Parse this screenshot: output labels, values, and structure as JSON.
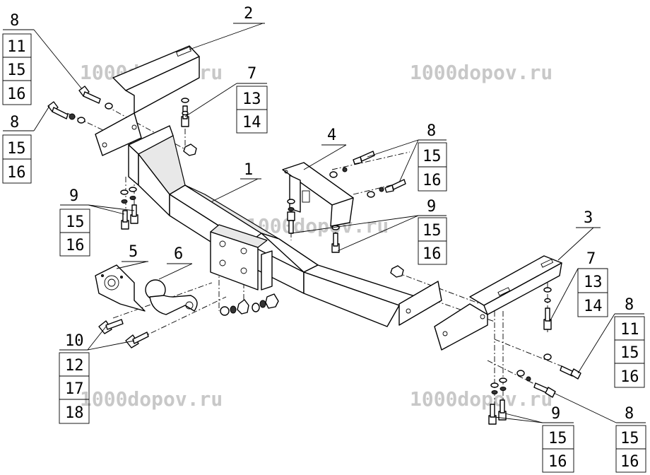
{
  "watermark": "1000dopov.ru",
  "callouts": {
    "c8_left_top": "8",
    "c11_a": "11",
    "c15_a": "15",
    "c16_a": "16",
    "c8_left_mid": "8",
    "c15_b": "15",
    "c16_b": "16",
    "c2": "2",
    "c7_a": "7",
    "c13_a": "13",
    "c14_a": "14",
    "c1": "1",
    "c4": "4",
    "c8_mid": "8",
    "c15_c": "15",
    "c16_c": "16",
    "c9_mid": "9",
    "c15_d": "15",
    "c16_d": "16",
    "c9_left": "9",
    "c15_e": "15",
    "c16_e": "16",
    "c5": "5",
    "c6": "6",
    "c3": "3",
    "c7_b": "7",
    "c13_b": "13",
    "c14_b": "14",
    "c8_right": "8",
    "c11_b": "11",
    "c15_f": "15",
    "c16_f": "16",
    "c10": "10",
    "c12": "12",
    "c17": "17",
    "c18": "18",
    "c9_bottom": "9",
    "c15_g": "15",
    "c16_g": "16",
    "c8_bottom": "8",
    "c15_h": "15",
    "c16_h": "16"
  }
}
